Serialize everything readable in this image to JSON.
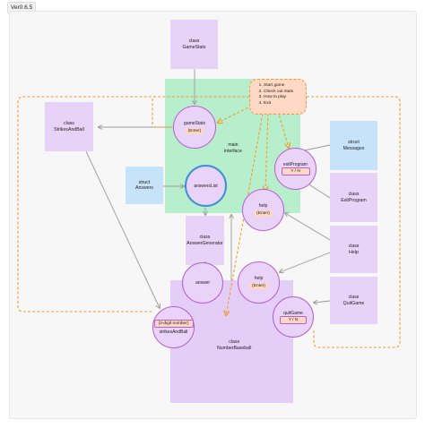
{
  "version": "Ver0.6.5",
  "classes": {
    "gamestats": "class\nGameStats",
    "strikesandball": "class\nStrikesAndBall",
    "messages": "struct\nMessages",
    "answers": "struct\nAnswers",
    "exitprogram": "class\nExitProgram",
    "answergenerator": "class\nAnswerGenerator",
    "help": "class\nHelp",
    "quitgame": "class\nQuitGame",
    "numberbaseball": "class\nNumberBaseball",
    "main": "main\ninterface"
  },
  "menu": {
    "items": [
      "Start game",
      "Check out stats",
      "How to play",
      "Exit"
    ]
  },
  "nodes": {
    "gamestats": {
      "label": "gameStats",
      "tag": "(Enter)"
    },
    "answerslist": {
      "label": "answersList"
    },
    "exitprogram": {
      "label": "exitProgram",
      "tag": "Y / N"
    },
    "help_main": {
      "label": "help",
      "tag": "(Enter)"
    },
    "answer": {
      "label": "answer"
    },
    "help_game": {
      "label": "help",
      "tag": "(Enter)"
    },
    "quitgame": {
      "label": "quitGame",
      "tag": "Y / N"
    },
    "strikesandball": {
      "label": "strikesAndBall",
      "tag": "(3-digit number)"
    }
  },
  "colors": {
    "class_box": "#e7d2f8",
    "struct_box": "#c6e3f9",
    "main_area": "#b7efcc",
    "node_border": "#b55fd1",
    "flow_orange": "#f29a2e",
    "arrow_gray": "#9a9a9a"
  }
}
